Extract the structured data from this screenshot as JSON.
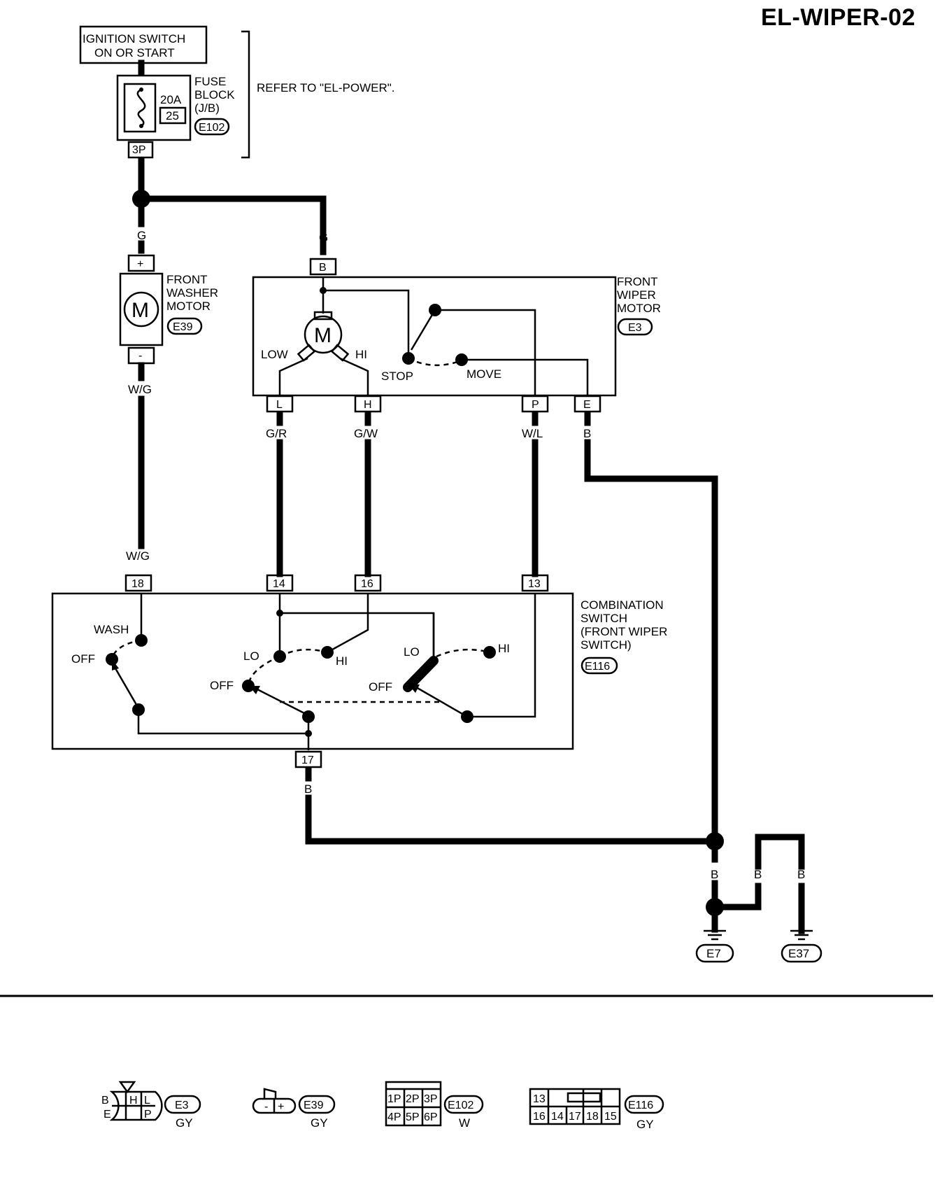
{
  "title": "EL-WIPER-02",
  "ignition": {
    "line1": "IGNITION SWITCH",
    "line2": "ON OR START"
  },
  "fuse_block": {
    "amps": "20A",
    "fuse_no": "25",
    "pin": "3P",
    "name_lines": [
      "FUSE",
      "BLOCK",
      "(J/B)"
    ],
    "connector": "E102",
    "refer": "REFER TO \"EL-POWER\"."
  },
  "wires": {
    "g1": "G",
    "g2": "G",
    "wg1": "W/G",
    "wg2": "W/G",
    "gr": "G/R",
    "gw": "G/W",
    "wl": "W/L",
    "b_e": "B",
    "b_17": "B",
    "b_g1": "B",
    "b_g2": "B",
    "b_g3": "B"
  },
  "washer_motor": {
    "name_lines": [
      "FRONT",
      "WASHER",
      "MOTOR"
    ],
    "connector": "E39",
    "symbol": "M",
    "pin_plus": "+",
    "pin_minus": "-"
  },
  "wiper_motor": {
    "name_lines": [
      "FRONT",
      "WIPER",
      "MOTOR"
    ],
    "connector": "E3",
    "symbol": "M",
    "low": "LOW",
    "hi": "HI",
    "stop": "STOP",
    "move": "MOVE",
    "pin_b": "B",
    "pin_l": "L",
    "pin_h": "H",
    "pin_p": "P",
    "pin_e": "E"
  },
  "combo_switch": {
    "name_lines": [
      "COMBINATION",
      "SWITCH",
      "(FRONT WIPER",
      "SWITCH)"
    ],
    "connector": "E116",
    "pins": {
      "p18": "18",
      "p14": "14",
      "p16": "16",
      "p13": "13",
      "p17": "17"
    },
    "wash": "WASH",
    "off1": "OFF",
    "lo1": "LO",
    "hi1": "HI",
    "off2": "OFF",
    "lo2": "LO",
    "hi2": "HI",
    "off3": "OFF"
  },
  "grounds": {
    "g1": "E7",
    "g2": "E37"
  },
  "connector_views": [
    {
      "id": "E3",
      "color": "GY",
      "cells": [
        "B",
        "H",
        "L",
        "E",
        "",
        "P"
      ]
    },
    {
      "id": "E39",
      "color": "GY",
      "cells": [
        "-",
        "+"
      ]
    },
    {
      "id": "E102",
      "color": "W",
      "cells": [
        "1P",
        "2P",
        "3P",
        "4P",
        "5P",
        "6P"
      ]
    },
    {
      "id": "E116",
      "color": "GY",
      "cells": [
        "13",
        "",
        "16",
        "14",
        "17",
        "18",
        "15"
      ]
    }
  ]
}
